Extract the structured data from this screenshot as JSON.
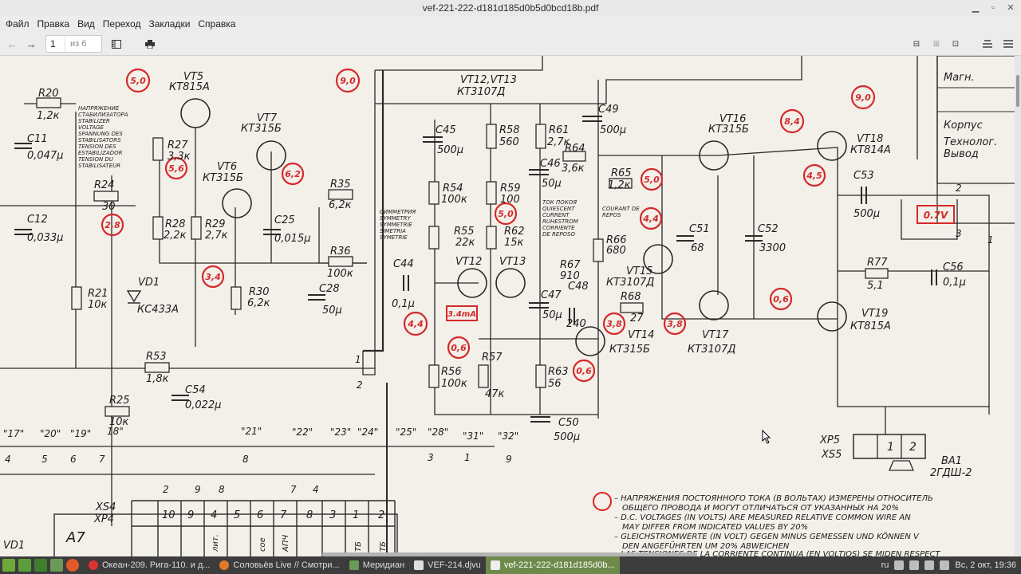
{
  "window": {
    "title": "vef-221-222-d181d185d0b5d0bcd18b.pdf"
  },
  "menu": [
    "Файл",
    "Правка",
    "Вид",
    "Переход",
    "Закладки",
    "Справка"
  ],
  "toolbar": {
    "page_current": "1",
    "page_of": "из 6"
  },
  "schematic": {
    "transistors": [
      {
        "name": "VT5",
        "type": "КТ815А"
      },
      {
        "name": "VT7",
        "type": "КТ315Б"
      },
      {
        "name": "VT6",
        "type": "КТ315Б"
      },
      {
        "name": "VT12,VT13",
        "type": "КТ3107Д"
      },
      {
        "name": "VT16",
        "type": "КТ315Б"
      },
      {
        "name": "VT18",
        "type": "КТ814А"
      },
      {
        "name": "VT12",
        "type": ""
      },
      {
        "name": "VT13",
        "type": ""
      },
      {
        "name": "VT15",
        "type": "КТ3107Д"
      },
      {
        "name": "VT14",
        "type": "КТ315Б"
      },
      {
        "name": "VT17",
        "type": "КТ3107Д"
      },
      {
        "name": "VT19",
        "type": "КТ815А"
      }
    ],
    "resistors": [
      {
        "name": "R20",
        "value": "1,2к"
      },
      {
        "name": "R27",
        "value": "3,3к"
      },
      {
        "name": "R24",
        "value": "30"
      },
      {
        "name": "R28",
        "value": "2,2к"
      },
      {
        "name": "R29",
        "value": "2,7к"
      },
      {
        "name": "R35",
        "value": "6,2к"
      },
      {
        "name": "R36",
        "value": "100к"
      },
      {
        "name": "R30",
        "value": "6,2к"
      },
      {
        "name": "R21",
        "value": "10к"
      },
      {
        "name": "R53",
        "value": "1,8к"
      },
      {
        "name": "R25",
        "value": "10к"
      },
      {
        "name": "R58",
        "value": "560"
      },
      {
        "name": "R61",
        "value": "2,7к"
      },
      {
        "name": "R64",
        "value": "3,6к"
      },
      {
        "name": "R65",
        "value": "1,2к"
      },
      {
        "name": "R54",
        "value": "100к"
      },
      {
        "name": "R59",
        "value": "100"
      },
      {
        "name": "R55",
        "value": "22к"
      },
      {
        "name": "R62",
        "value": "15к"
      },
      {
        "name": "R66",
        "value": "680"
      },
      {
        "name": "R67",
        "value": "910"
      },
      {
        "name": "R68",
        "value": "27"
      },
      {
        "name": "R56",
        "value": "100к"
      },
      {
        "name": "R57",
        "value": "47к"
      },
      {
        "name": "R63",
        "value": "56"
      },
      {
        "name": "R77",
        "value": "5,1"
      }
    ],
    "capacitors": [
      {
        "name": "C11",
        "value": "0,047µ"
      },
      {
        "name": "C12",
        "value": "0,033µ"
      },
      {
        "name": "C25",
        "value": "0,015µ"
      },
      {
        "name": "C28",
        "value": "50µ"
      },
      {
        "name": "C54",
        "value": "0,022µ"
      },
      {
        "name": "C45",
        "value": "500µ"
      },
      {
        "name": "C49",
        "value": "500µ"
      },
      {
        "name": "C46",
        "value": "50µ"
      },
      {
        "name": "C44",
        "value": "0,1µ"
      },
      {
        "name": "C47",
        "value": "50µ"
      },
      {
        "name": "C48",
        "value": "240"
      },
      {
        "name": "C50",
        "value": "500µ"
      },
      {
        "name": "C51",
        "value": "68"
      },
      {
        "name": "C52",
        "value": "3300"
      },
      {
        "name": "C53",
        "value": "500µ"
      },
      {
        "name": "C56",
        "value": "0,1µ"
      }
    ],
    "diodes": [
      {
        "name": "VD1",
        "type": "КС433А"
      }
    ],
    "voltages": [
      "5,0",
      "9,0",
      "5,6",
      "6,2",
      "2,8",
      "3,4",
      "4,4",
      "0,6",
      "5,0",
      "4,4",
      "3,8",
      "3,8",
      "0,6",
      "5,0",
      "8,4",
      "4,5",
      "9,0",
      "0,6",
      "3.4mA",
      "0.7V"
    ],
    "side_labels": [
      "Магн.",
      "Корпус",
      "Технолог.",
      "Вывод"
    ],
    "stab_note": [
      "НАПРЯЖЕНИЕ",
      "СТАБИЛИЗАТОРА",
      "STABILIZER",
      "VOLTAGE",
      "SPANNUNG DES",
      "STABILISATORS",
      "TENSION DES",
      "ESTABILIZADOR",
      "TENSION DU",
      "STABILISATEUR"
    ],
    "sym_note": [
      "СИММЕТРИЯ",
      "SYMMETRY",
      "SYMMETRIE",
      "SIMETRIA",
      "SYMETRIE"
    ],
    "quiescent_note": [
      "ТОК ПОКОЯ",
      "QUIESCENT",
      "CURRENT",
      "RUHESTROM",
      "CORRIENTE",
      "DE REPOSO"
    ],
    "courant_note": [
      "COURANT DE",
      "REPOS"
    ],
    "bottom_pins": [
      "\"17\"",
      "\"20\"",
      "\"19\"",
      "\"21\"",
      "\"22\"",
      "\"23\"",
      "\"24\"",
      "\"25\"",
      "\"28\"",
      "\"31\"",
      "\"32\"",
      "18\""
    ],
    "connector_a7": {
      "name": "А7",
      "xs4": "XS4",
      "xp4": "XP4",
      "pins": [
        "10",
        "9",
        "4",
        "5",
        "6",
        "7",
        "8",
        "3",
        "1",
        "2"
      ],
      "labels": [
        "лит.",
        "сое",
        "АПЧ",
        "ТБ",
        "ТБ"
      ]
    },
    "xp5": "XP5",
    "xs5": "XS5",
    "ba1": {
      "name": "ВА1",
      "type": "2ГДШ-2"
    },
    "pin_numbers": [
      "2",
      "9",
      "8",
      "7",
      "4",
      "1",
      "2",
      "8",
      "3",
      "1",
      "9",
      "4",
      "5",
      "6",
      "7",
      "2",
      "3",
      "1",
      "1",
      "2"
    ],
    "vd1_bottom": "VD1",
    "note": [
      "– НАПРЯЖЕНИЯ ПОСТОЯННОГО ТОКА (В ВОЛЬТАХ) ИЗМЕРЕНЫ ОТНОСИТЕЛЬ",
      "ОБЩЕГО ПРОВОДА И МОГУТ ОТЛИЧАТЬСЯ ОТ УКАЗАННЫХ НА 20%",
      "– D.C. VOLTAGES (IN VOLTS) ARE MEASURED RELATIVE COMMON WIRE AN",
      "MAY DIFFER FROM INDICATED VALUES BY 20%",
      "– GLEICHSTROMWERTE (IN VOLT) GEGEN MINUS GEMESSEN UND KÖNNEN V",
      "DEN ANGEFÜHRTEN UM 20% ABWEICHEN",
      "– LAS TENSIONES DE LA CORRIENTE CONTINUA (EN VOLTIOS) SE MIDEN RESPECT"
    ]
  },
  "taskbar": {
    "tasks": [
      "Океан-209. Рига-110. и д...",
      "Соловьёв Live // Смотри...",
      "Меридиан",
      "VEF-214.djvu",
      "vef-221-222-d181d185d0b..."
    ],
    "lang": "ru",
    "clock": "Вс, 2 окт, 19:36"
  }
}
